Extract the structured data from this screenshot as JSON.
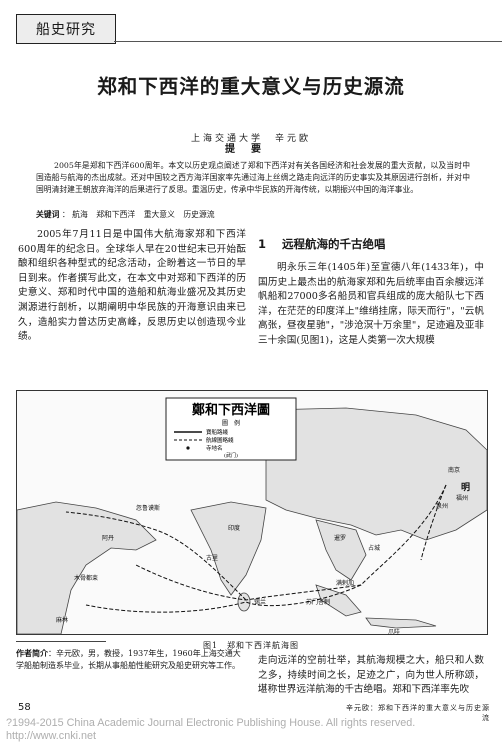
{
  "header": {
    "column_tag": "船史研究"
  },
  "article": {
    "title": "郑和下西洋的重大意义与历史源流",
    "authors": "上海交通大学　辛元欧",
    "abstract_heading": "提要",
    "abstract": "2005年是郑和下西洋600周年。本文以历史观点阐述了郑和下西洋对有关各国经济和社会发展的重大贡献，以及当时中国造船与航海的杰出成就。还对中国较之西方海洋国家率先通过海上丝绸之路走向远洋的历史事实及其原因进行剖析，并对中国明清封建王朝放弃海洋的后果进行了反思。重温历史，传承中华民族的开海传统，以期振兴中国的海洋事业。",
    "keywords_label": "关键词",
    "keywords": [
      "航海",
      "郑和下西洋",
      "重大意义",
      "历史源流"
    ],
    "intro": "2005年7月11日是中国伟大航海家郑和下西洋600周年的纪念日。全球华人早在20世纪末已开始酝酿和组织各种型式的纪念活动，企盼着这一节日的早日到来。作者撰写此文，在本文中对郑和下西洋的历史意义、郑和时代中国的造船和航海业盛况及其历史渊源进行剖析，以期阐明中华民族的开海意识由来已久，造船实力曾达历史高峰，反思历史以创造现今业绩。",
    "section1_number": "1",
    "section1_title": "远程航海的千古绝唱",
    "section1_p1": "明永乐三年(1405年)至宣德八年(1433年)，中国历史上最杰出的航海家郑和先后统率由百余艘远洋帆船和27000多名船员和官兵组成的庞大船队七下西洋，在茫茫的印度洋上\"维绡挂席，际天而行\"，\"云帆高张，昼夜星驰\"，\"涉沧溟十万余里\"，足迹遍及亚非三十余国(见图1)，这是人类第一次大规模",
    "section1_p2": "走向远洋的空前壮举，其航海规模之大，船只和人数之多，持续时间之长，足迹之广，向为世人所称颂，堪称世界远洋航海的千古绝唱。郑和下西洋率先吹"
  },
  "figure": {
    "map_title": "鄭和下西洋圖",
    "legend_title": "圖　例",
    "legend_items": [
      "寶船路綫",
      "航線圖略綫",
      "寺地名"
    ],
    "legend_date": "(武门)",
    "caption": "图1　郑和下西洋航海图",
    "labels": [
      "南京",
      "明",
      "泉州",
      "福州",
      "占城",
      "暹罗",
      "满剌加",
      "苏门答剌",
      "锡兰",
      "古里",
      "阿丹",
      "忽鲁谟斯",
      "木骨都束",
      "麻林",
      "印度",
      "爪哇"
    ]
  },
  "author_note": {
    "label": "作者简介",
    "text": "辛元欧，男，教授，1937年生，1960年上海交通大学船舶制造系毕业，长期从事船舶性能研究及船史研究等工作。"
  },
  "footer": {
    "page_number": "58",
    "running_title": "辛元欧：郑和下西洋的重大意义与历史源流",
    "watermark": "?1994-2015 China Academic Journal Electronic Publishing House. All rights reserved.　http://www.cnki.net"
  }
}
